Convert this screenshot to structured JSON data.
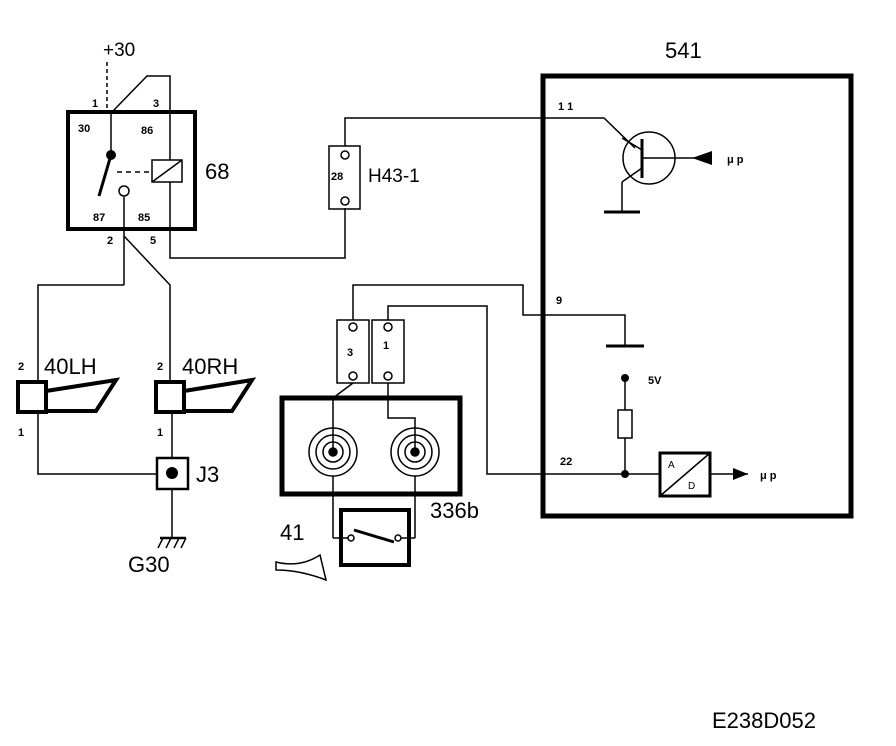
{
  "title_code": "E238D052",
  "supply": "+30",
  "relay": {
    "id": "68",
    "pins": {
      "p1": "1",
      "p3": "3",
      "p30": "30",
      "p86": "86",
      "p87": "87",
      "p85": "85",
      "p2": "2",
      "p5": "5"
    }
  },
  "connector_h43": {
    "id": "H43-1",
    "pin": "28"
  },
  "module": {
    "id": "541",
    "pin_11": "1 1",
    "pin_9": "9",
    "pin_22": "22",
    "mu_p_top": "μ p",
    "mu_p_bottom": "μ p",
    "voltage": "5V",
    "adc_a": "A",
    "adc_d": "D"
  },
  "horn_lh": {
    "id": "40LH",
    "pin_top": "2",
    "pin_bottom": "1"
  },
  "horn_rh": {
    "id": "40RH",
    "pin_top": "2",
    "pin_bottom": "1"
  },
  "junction": {
    "id": "J3"
  },
  "ground": {
    "id": "G30"
  },
  "clockspring": {
    "id": "336b",
    "pin_left": "3",
    "pin_right": "1"
  },
  "horn_switch": {
    "id": "41"
  }
}
